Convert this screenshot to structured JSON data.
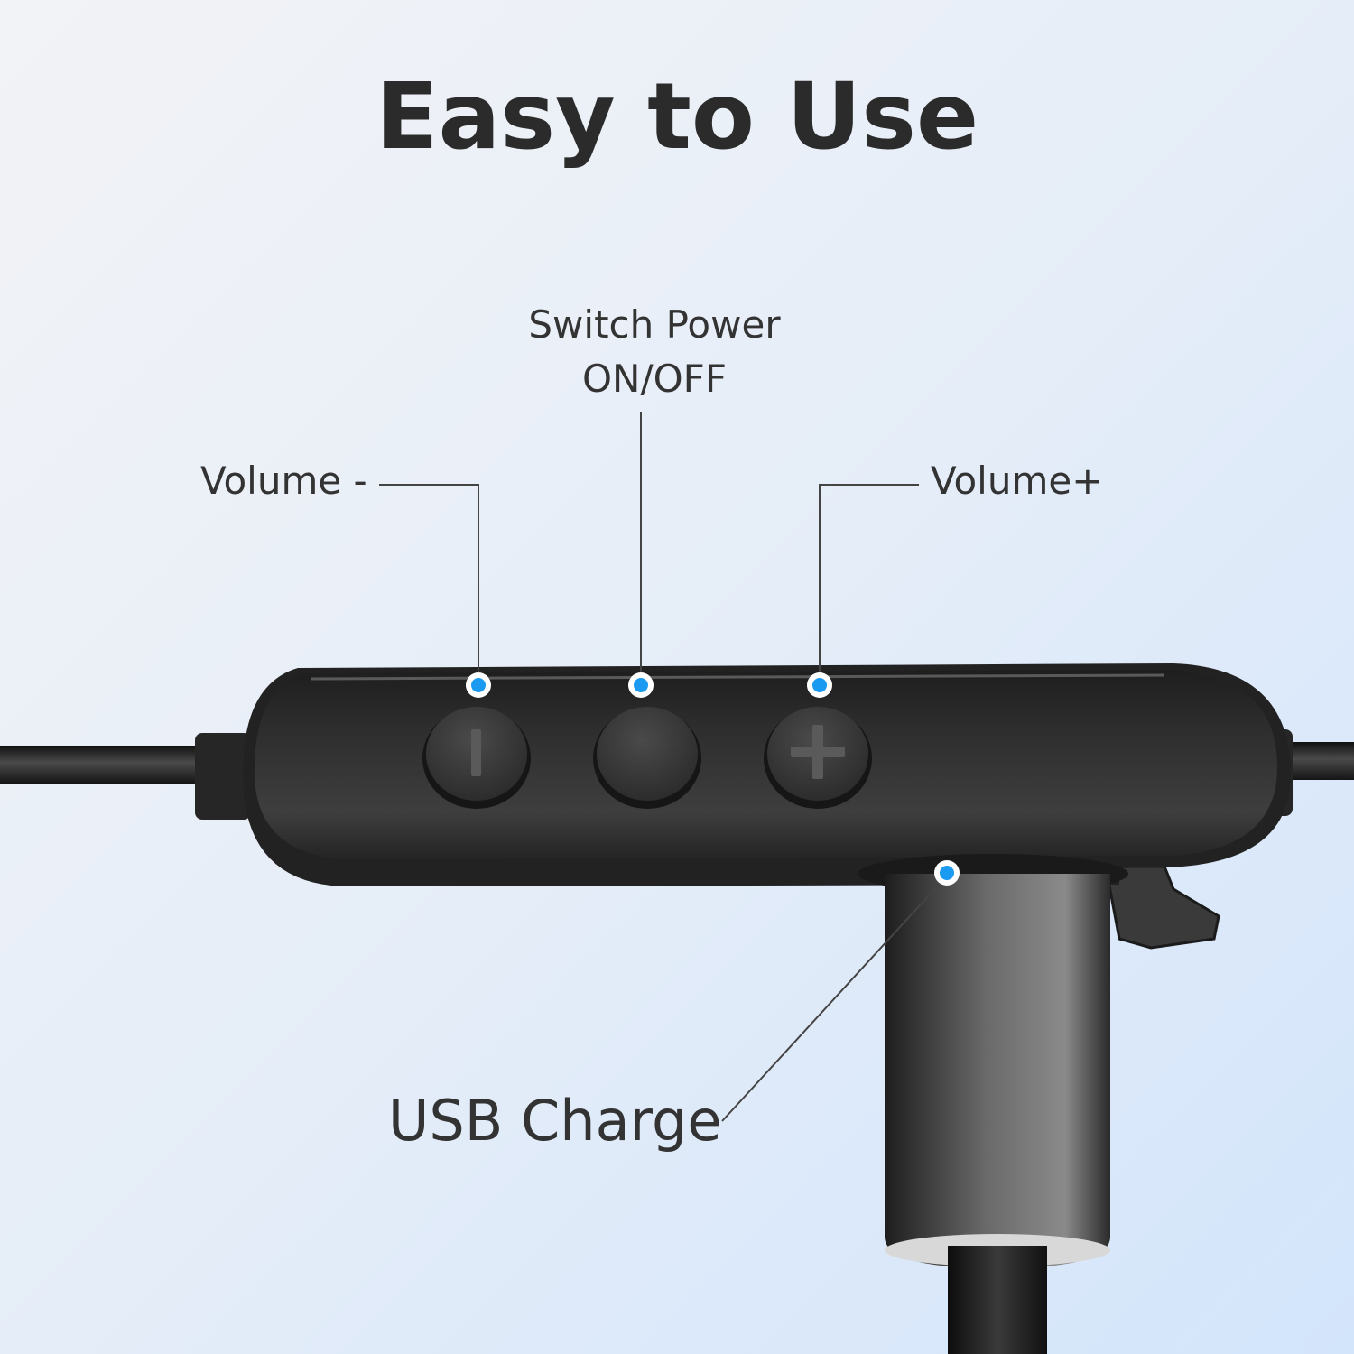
{
  "title": "Easy to Use",
  "labels": {
    "switch_power_line1": "Switch Power",
    "switch_power_line2": "ON/OFF",
    "volume_minus": "Volume -",
    "volume_plus": "Volume+",
    "usb_charge": "USB Charge"
  },
  "colors": {
    "marker": "#1a9af0",
    "text": "#333333",
    "title": "#2b2b2b",
    "leader_line": "#444444"
  },
  "icons": {
    "volume_minus_button": "minus-icon",
    "volume_plus_button": "plus-icon"
  }
}
